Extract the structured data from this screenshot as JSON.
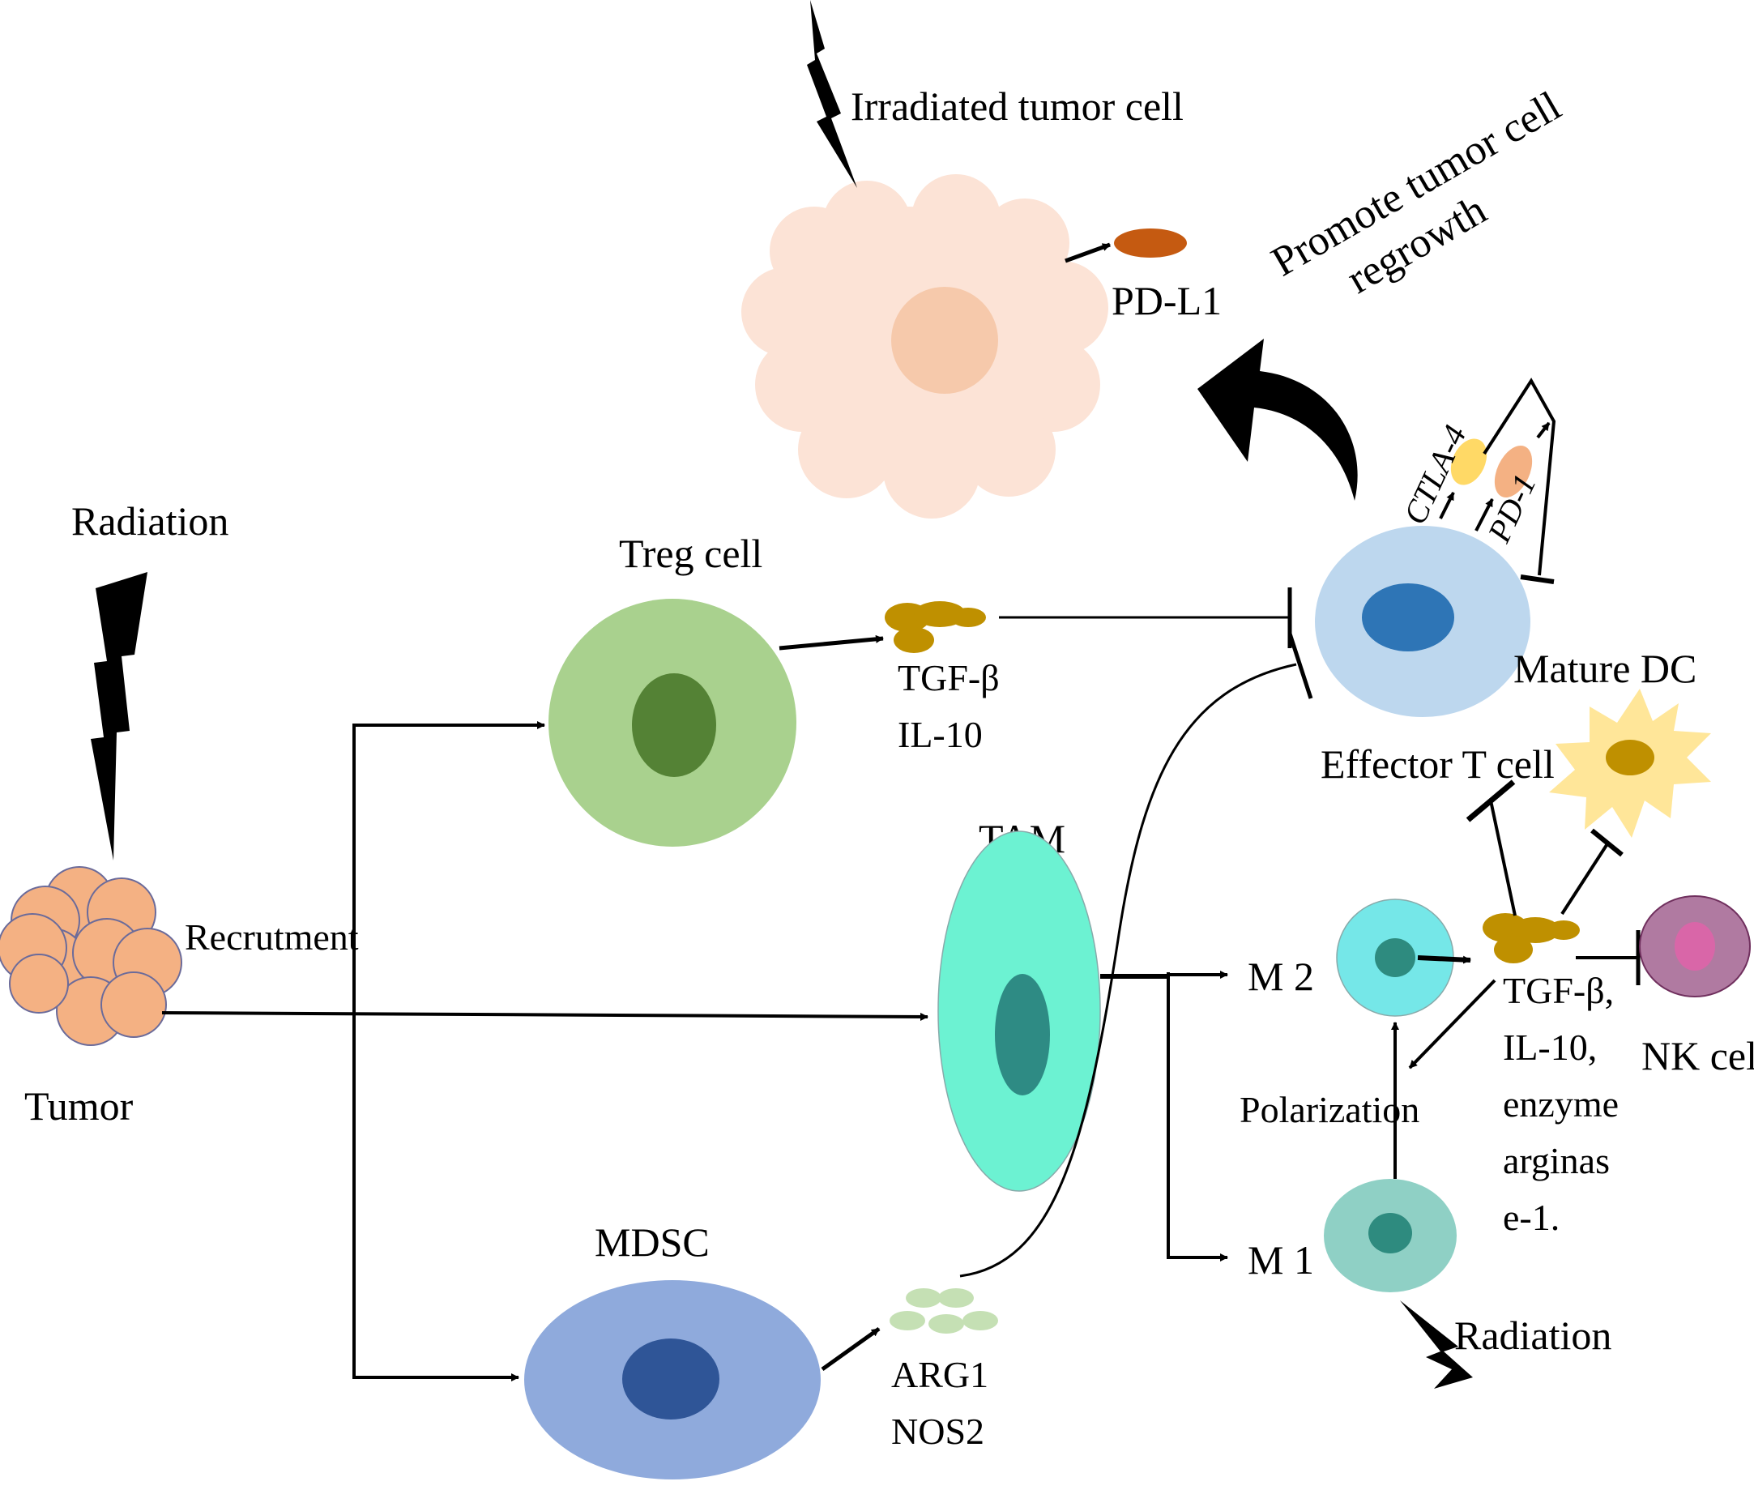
{
  "labels": {
    "irradiated_tumor_cell": "Irradiated tumor cell",
    "pd_l1": "PD-L1",
    "promote_line1": "Promote tumor cell",
    "promote_line2": "regrowth",
    "radiation_top": "Radiation",
    "radiation_bottom": "Radiation",
    "treg_cell": "Treg cell",
    "treg_tgf": "TGF-β",
    "treg_il10": "IL-10",
    "ctla4": "CTLA-4",
    "pd1": "PD-1",
    "mature_dc": "Mature DC",
    "effector_t_cell": "Effector T cell",
    "tam": "TAM",
    "recrutment": "Recrutment",
    "tumor": "Tumor",
    "m2": "M 2",
    "m1": "M 1",
    "polarization": "Polarization",
    "m2_factors": [
      "TGF-β,",
      "IL-10,",
      "enzyme",
      "arginas",
      "e-1."
    ],
    "nk_cell": "NK cell",
    "mdsc": "MDSC",
    "arg1": "ARG1",
    "nos2": "NOS2"
  },
  "colors": {
    "irradiated_cell": "#fce3d6",
    "irradiated_nucleus": "#f6c9ab",
    "pd_l1": "#c55a11",
    "tumor_cluster": "#f4b183",
    "treg_outer": "#a9d18e",
    "treg_nucleus": "#548235",
    "cytokine": "#bf9000",
    "effector_outer": "#bdd7ee",
    "effector_nucleus": "#2e75b6",
    "ctla4": "#ffd966",
    "pd1": "#f4b183",
    "mature_dc": "#ffe699",
    "tam_outer": "#6cf2d2",
    "tam_nucleus": "#2e8b84",
    "m2_outer": "#75e7e8",
    "m1_outer": "#8fd0c5",
    "macrophage_nucleus": "#2e8b7f",
    "nk_outer": "#b07aa1",
    "nk_nucleus": "#d966a8",
    "mdsc_outer": "#8faadc",
    "mdsc_nucleus": "#2f5597",
    "arg1_particles": "#c5e0b4"
  }
}
